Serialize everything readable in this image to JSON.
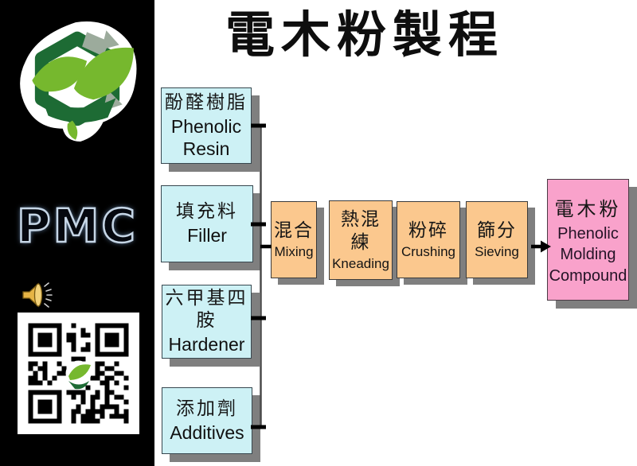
{
  "header": {
    "title": "電木粉製程"
  },
  "sidebar": {
    "brand": "PMC"
  },
  "flow": {
    "inputs": [
      {
        "zh": "酚醛樹脂",
        "en": "Phenolic Resin"
      },
      {
        "zh": "填充料",
        "en": "Filler"
      },
      {
        "zh": "六甲基四胺",
        "en": "Hardener"
      },
      {
        "zh": "添加劑",
        "en": "Additives"
      }
    ],
    "steps": [
      {
        "zh": "混合",
        "en": "Mixing"
      },
      {
        "zh": "熱混練",
        "en": "Kneading"
      },
      {
        "zh": "粉碎",
        "en": "Crushing"
      },
      {
        "zh": "篩分",
        "en": "Sieving"
      }
    ],
    "output": {
      "zh": "電木粉",
      "en": "Phenolic Molding Compound"
    }
  },
  "icons": [
    "recycle-logo",
    "speaker-icon",
    "qr-code"
  ],
  "colors": {
    "sidebar-bg": "#000000",
    "input-fill": "#cdf1f5",
    "process-fill": "#fbc88e",
    "output-fill": "#f9a2cb",
    "shadow": "#7f7f7f",
    "logo-green-dark": "#1d6b34",
    "logo-green-light": "#76b82e",
    "logo-gray": "#9cab9c",
    "speaker-gold": "#e6b445"
  }
}
